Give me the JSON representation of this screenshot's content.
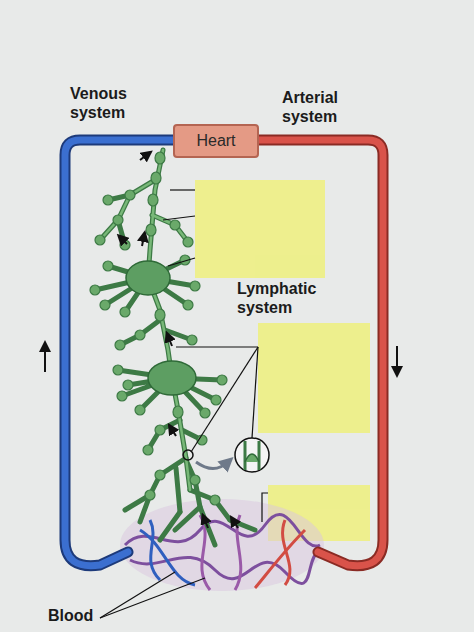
{
  "diagram": {
    "nodes": [
      {
        "text": [
          "Heart"
        ]
      }
    ],
    "labels": [
      "Venous system",
      "Arterial system",
      "Lymphatic system",
      "Blood"
    ]
  }
}
